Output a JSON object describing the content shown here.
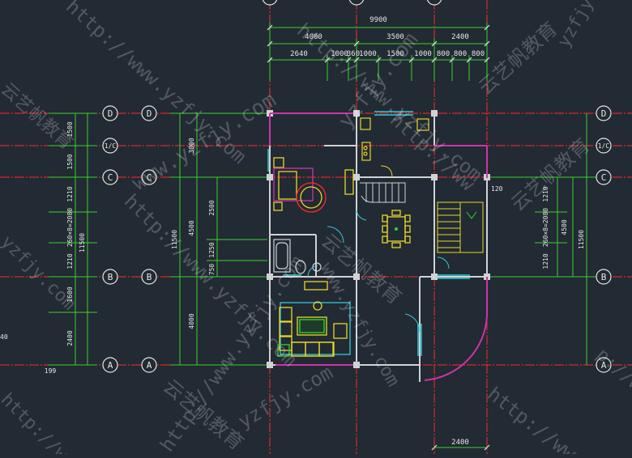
{
  "overall": {
    "width": "9900"
  },
  "top_dims": {
    "row1": [
      "4000",
      "3500",
      "2400"
    ],
    "row2": [
      "2640",
      "1000",
      "360",
      "1000",
      "1500",
      "1000",
      "800",
      "800",
      "800"
    ]
  },
  "bottom_dim": "2400",
  "axes": [
    "D",
    "1/C",
    "C",
    "B",
    "A"
  ],
  "left_dims": {
    "outer_col": [
      "1500",
      "1500",
      "1210",
      "260×8=2080",
      "1210",
      "1600",
      "2400"
    ],
    "outer_total": "11500",
    "inner_col": [
      "3000",
      "4500",
      "4000"
    ],
    "inner_total": "11500",
    "stair_col": [
      "2500",
      "1250",
      "750"
    ],
    "bottom_small": "199",
    "left_cut": "40"
  },
  "right_dims": {
    "col1": [
      "1210",
      "260×8=2080",
      "1210"
    ],
    "col2": "4500",
    "total": "11500",
    "small": "120"
  },
  "watermarks": {
    "url_variants": [
      "http://www.yzfjy.com",
      "www.yzfjy.com",
      "yzfjy.com",
      "http://www.",
      "http://www.yz",
      "http://ww",
      "http://w",
      "yzfjy.",
      "http://www.yzfjy.",
      "p://ww"
    ],
    "brand": "云艺帆教育",
    "brand_variants": [
      "云艺帆教育",
      "云艺帆",
      "帆教育"
    ]
  },
  "colors": {
    "background": "#222a33",
    "axis_line": "#ff2a2a",
    "dimension": "#35d42b",
    "wall": "#d0d3d6",
    "magenta": "#cf33a8",
    "cyan": "#34c9d8",
    "yellow": "#e7d62a",
    "text": "#e6e6e6",
    "watermark": "#ffffff"
  }
}
